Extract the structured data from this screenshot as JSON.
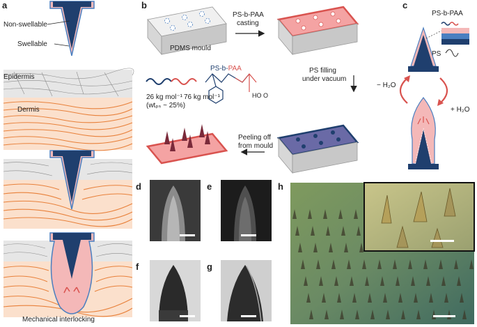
{
  "colors": {
    "navy": "#1f3f6e",
    "pink": "#f4b8b8",
    "red": "#d9534f",
    "orange": "#f1a46a",
    "gray": "#cfcfcf",
    "skin": "#e6e6e6",
    "blue": "#4a7fc0"
  },
  "panel_a": {
    "letter": "a",
    "non_swellable": "Non-swellable",
    "swellable": "Swellable",
    "epidermis": "Epidermis",
    "dermis": "Dermis",
    "interlocking": "Mechanical interlocking"
  },
  "panel_b": {
    "letter": "b",
    "mould": "PDMS mould",
    "casting_1": "PS-b-PAA",
    "casting_2": "casting",
    "polymer_ps": "PS-b-",
    "polymer_paa": "PAA",
    "mw_ps": "26 kg mol⁻¹",
    "mw_paa": "76 kg mol⁻¹",
    "wt_frac": "(wtₚₛ ~ 25%)",
    "filling_1": "PS filling",
    "filling_2": "under vacuum",
    "peel_1": "Peeling off",
    "peel_2": "from mould"
  },
  "panel_c": {
    "letter": "c",
    "label_pspaa": "PS-b-PAA",
    "label_ps": "PS",
    "minus_water": "− H₂O",
    "plus_water": "+ H₂O"
  },
  "micrographs": [
    {
      "letter": "d",
      "bg": "#3a3a3a"
    },
    {
      "letter": "e",
      "bg": "#1c1c1c"
    },
    {
      "letter": "f",
      "bg": "#d8d8d8"
    },
    {
      "letter": "g",
      "bg": "#cfcfcf"
    }
  ],
  "panel_h": {
    "letter": "h"
  }
}
